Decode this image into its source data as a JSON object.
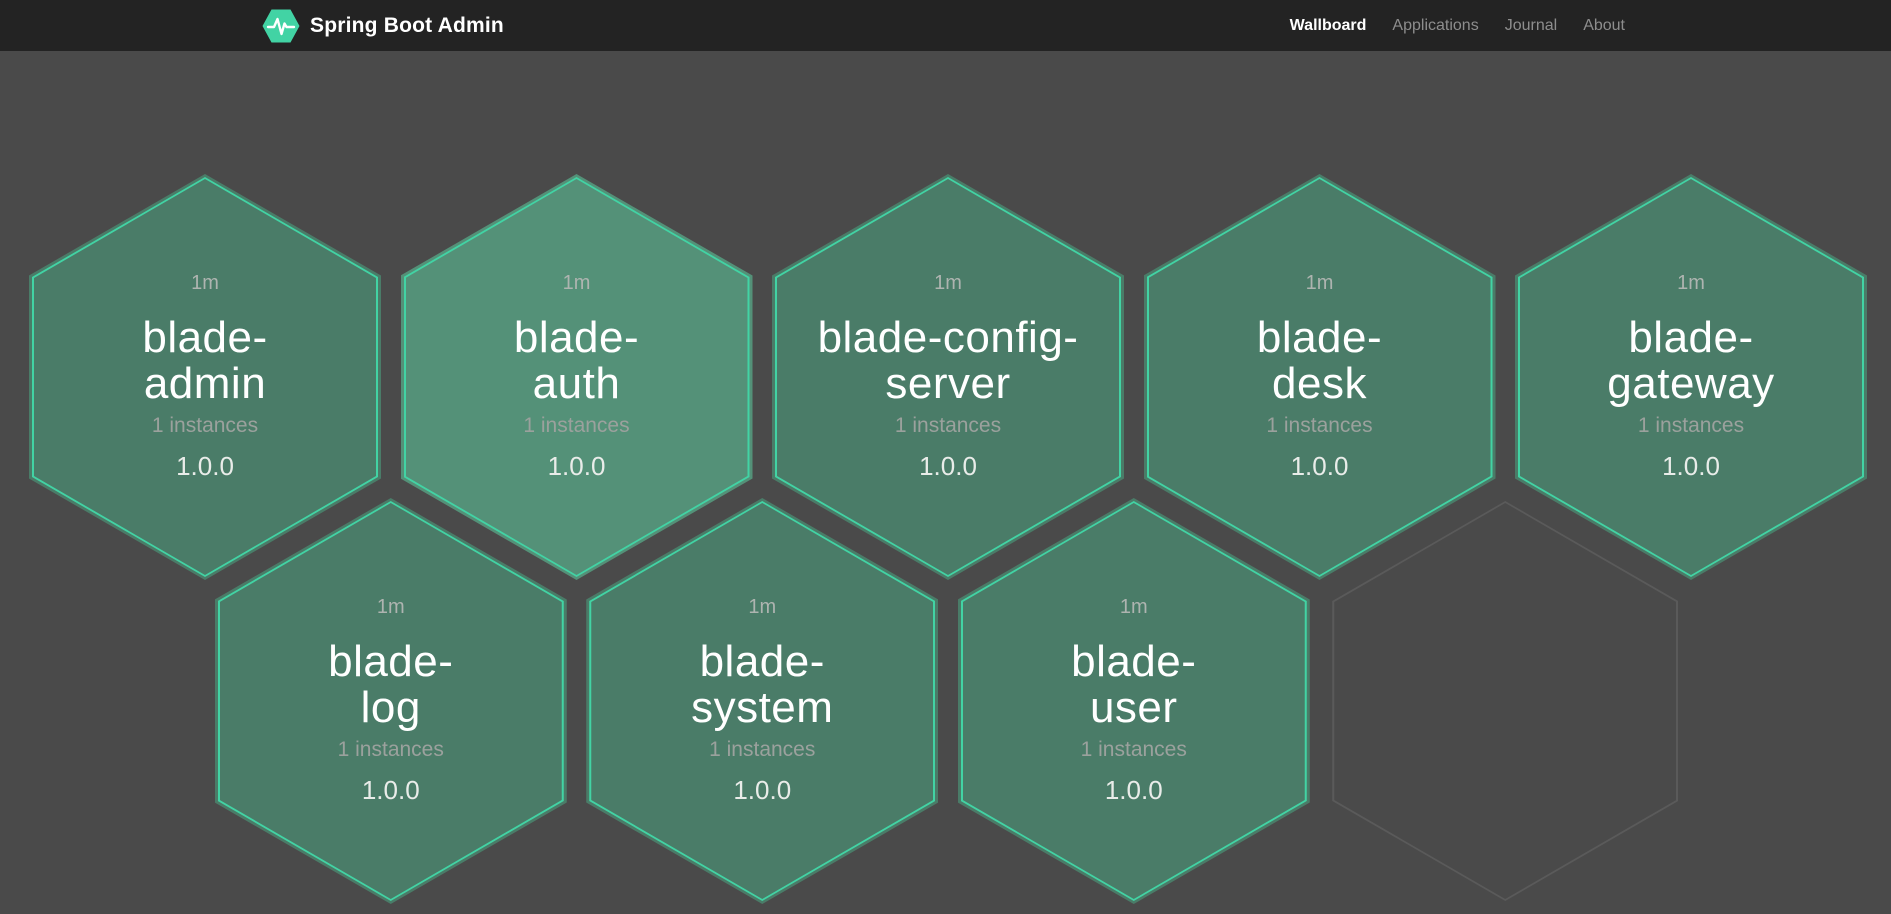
{
  "navbar": {
    "brand": "Spring Boot Admin",
    "links": [
      {
        "label": "Wallboard",
        "active": true
      },
      {
        "label": "Applications",
        "active": false
      },
      {
        "label": "Journal",
        "active": false
      },
      {
        "label": "About",
        "active": false
      }
    ]
  },
  "colors": {
    "navbar_bg": "#232323",
    "page_bg": "#4a4a4a",
    "hex_fill": "#4a7c68",
    "hex_fill_highlight": "#549178",
    "hex_border": "#42d3a4",
    "ghost_border": "#5a5a5a",
    "brand_green": "#42d3a4",
    "text_primary": "#ffffff",
    "text_muted": "#9ba19d"
  },
  "icons": {
    "brand_logo": "pulse-hexagon-icon"
  },
  "applications": [
    {
      "name": "blade-\nadmin",
      "uptime": "1m",
      "instances": "1 instances",
      "version": "1.0.0",
      "row": 0,
      "col": 0,
      "highlight": false
    },
    {
      "name": "blade-\nauth",
      "uptime": "1m",
      "instances": "1 instances",
      "version": "1.0.0",
      "row": 0,
      "col": 1,
      "highlight": true
    },
    {
      "name": "blade-config-\nserver",
      "uptime": "1m",
      "instances": "1 instances",
      "version": "1.0.0",
      "row": 0,
      "col": 2,
      "highlight": false
    },
    {
      "name": "blade-\ndesk",
      "uptime": "1m",
      "instances": "1 instances",
      "version": "1.0.0",
      "row": 0,
      "col": 3,
      "highlight": false
    },
    {
      "name": "blade-\ngateway",
      "uptime": "1m",
      "instances": "1 instances",
      "version": "1.0.0",
      "row": 0,
      "col": 4,
      "highlight": false
    },
    {
      "name": "blade-\nlog",
      "uptime": "1m",
      "instances": "1 instances",
      "version": "1.0.0",
      "row": 1,
      "col": 0,
      "highlight": false
    },
    {
      "name": "blade-\nsystem",
      "uptime": "1m",
      "instances": "1 instances",
      "version": "1.0.0",
      "row": 1,
      "col": 1,
      "highlight": false
    },
    {
      "name": "blade-\nuser",
      "uptime": "1m",
      "instances": "1 instances",
      "version": "1.0.0",
      "row": 1,
      "col": 2,
      "highlight": false
    }
  ],
  "ghost_slot": {
    "row": 1,
    "col": 3
  }
}
